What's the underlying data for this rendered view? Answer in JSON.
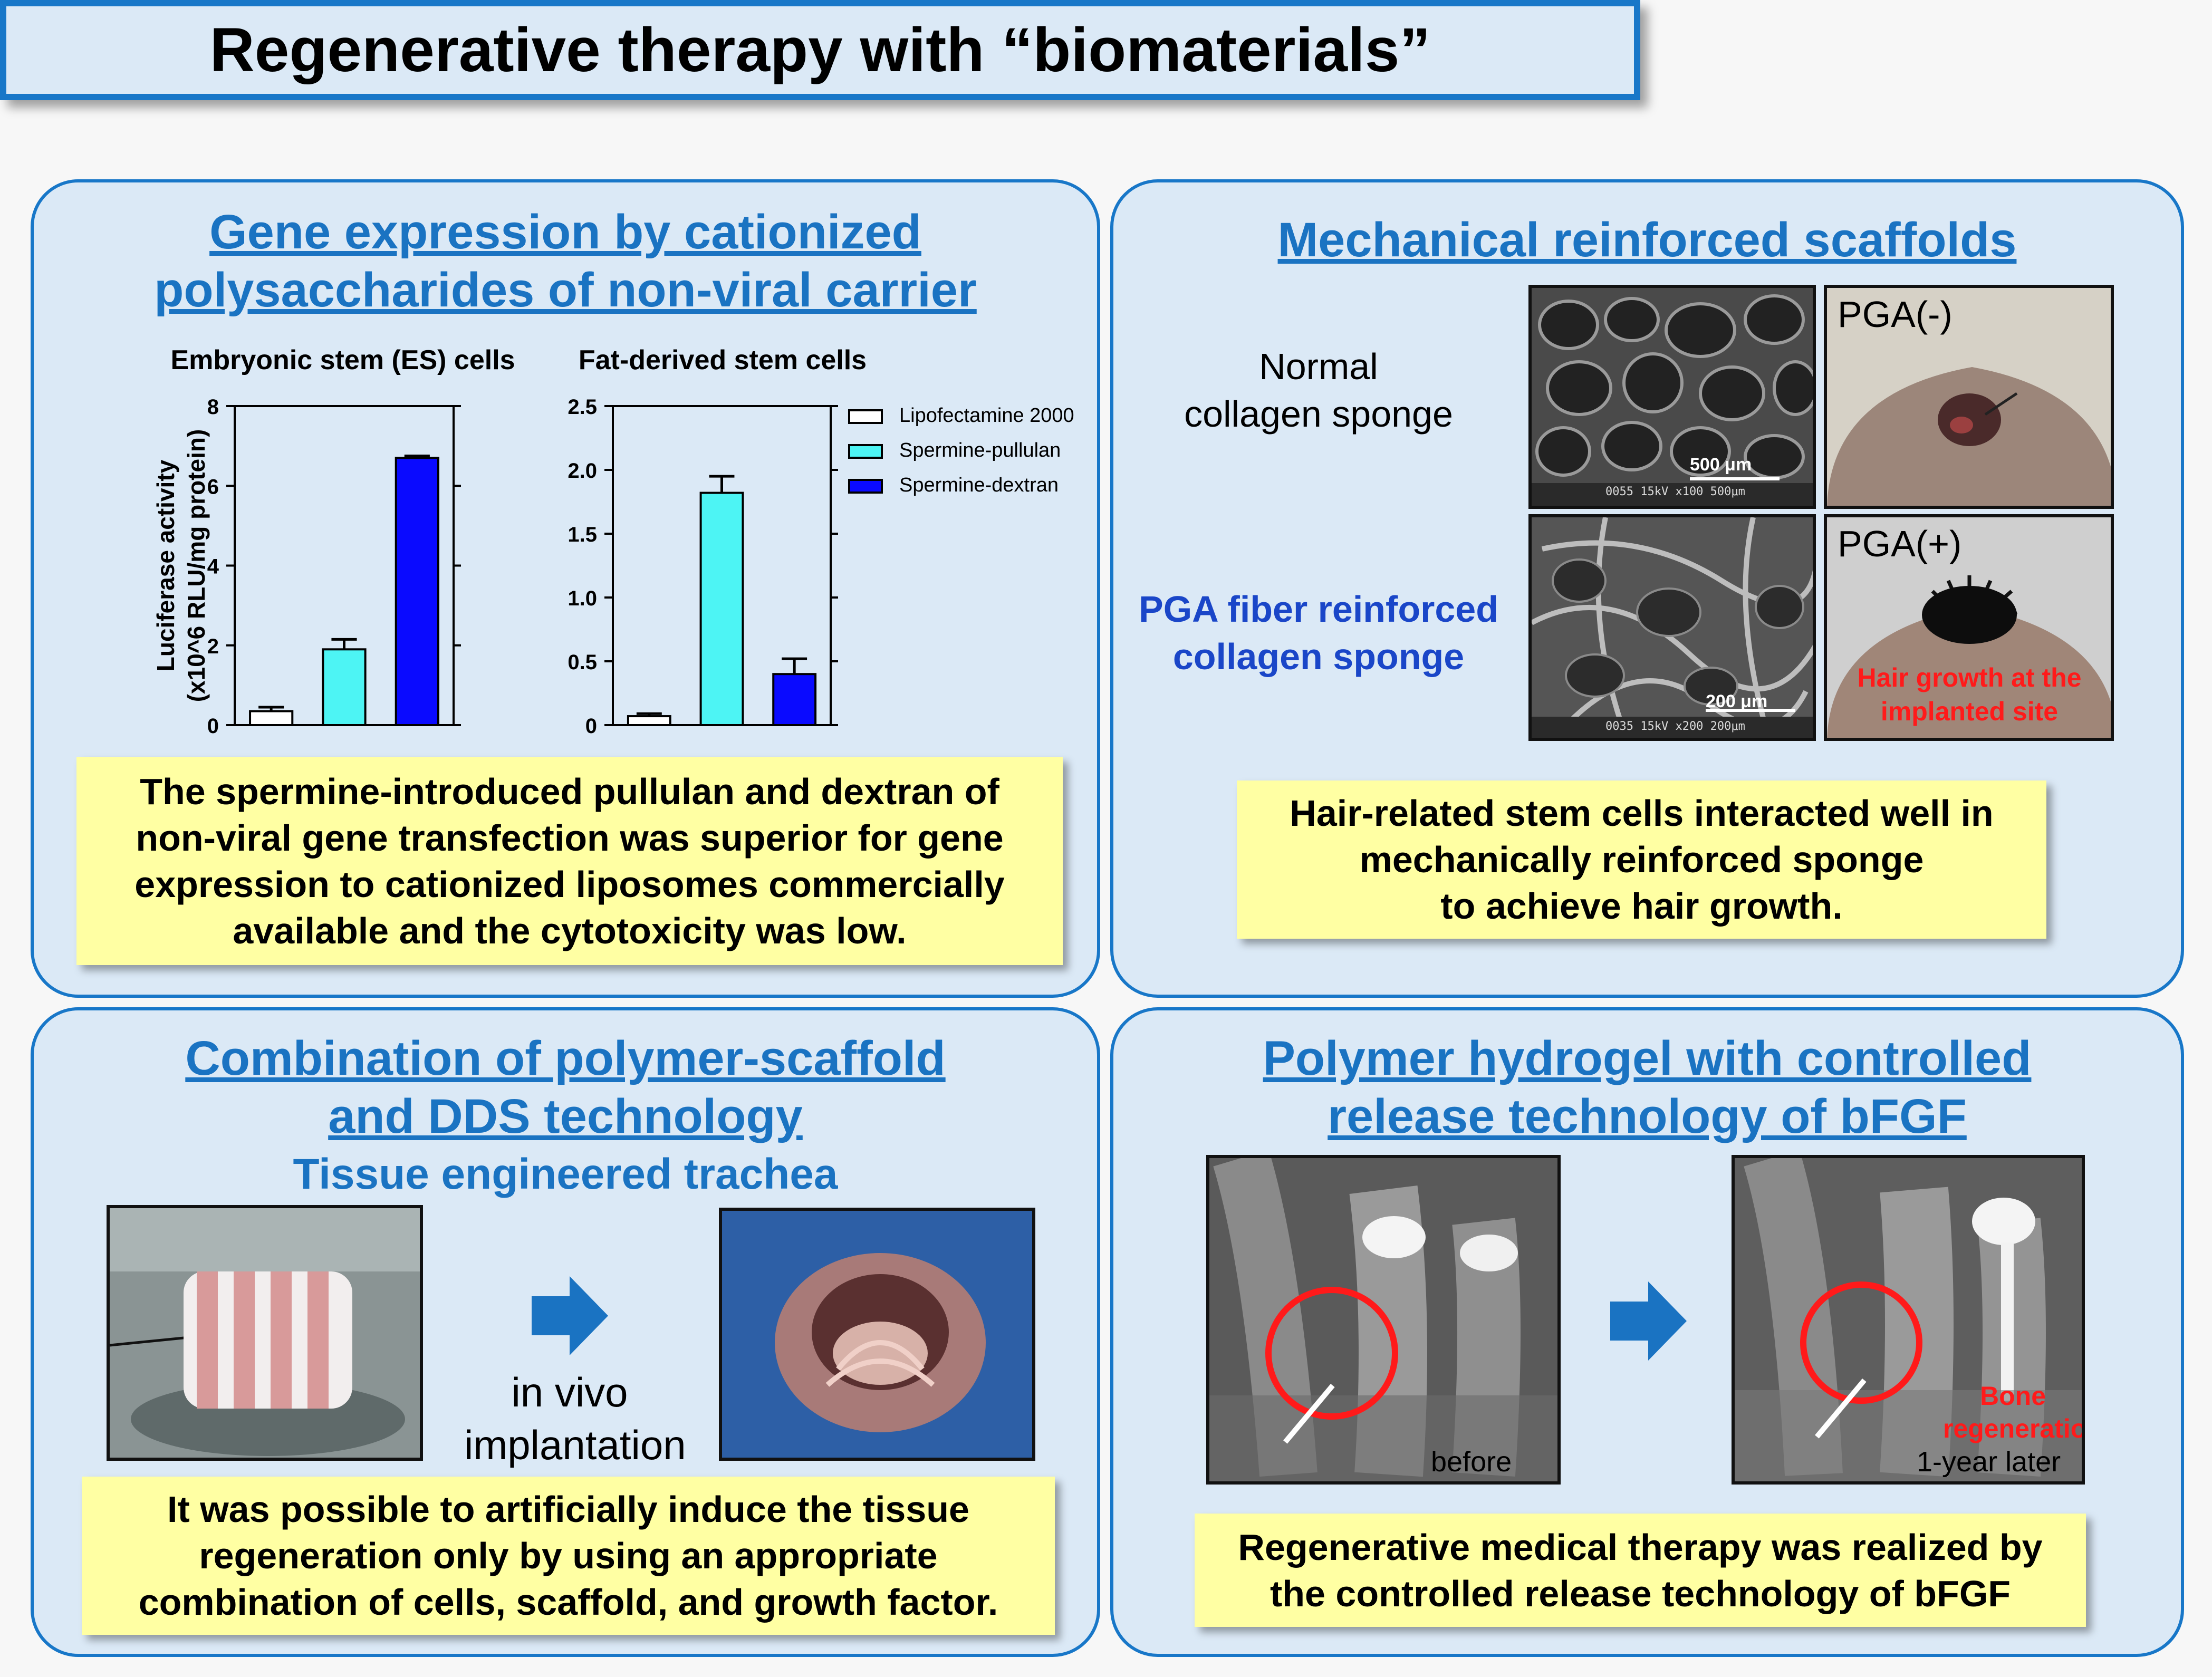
{
  "title": "Regenerative therapy with “biomaterials”",
  "panels": {
    "gene": {
      "title_line1": "Gene expression by cationized",
      "title_line2": "polysaccharides of non-viral carrier",
      "note_lines": [
        "The spermine-introduced pullulan and dextran of",
        "non-viral gene transfection was superior for gene",
        "expression to cationized liposomes commercially",
        "available and the cytotoxicity was low."
      ]
    },
    "scaffold": {
      "title": "Mechanical reinforced scaffolds",
      "normal_label_line1": "Normal",
      "normal_label_line2": "collagen sponge",
      "pga_label_line1": "PGA fiber reinforced",
      "pga_label_line2": "collagen sponge",
      "sem1_scale": "500 μm",
      "sem1_info": "0055  15kV  x100  500μm",
      "sem2_scale": "200 μm",
      "sem2_info": "0035  15kV  x200  200μm",
      "pga_minus": "PGA(-)",
      "pga_plus": "PGA(+)",
      "hair_line1": "Hair growth at the",
      "hair_line2": "implanted site",
      "note_lines": [
        "Hair-related stem cells interacted well in",
        "mechanically reinforced sponge",
        "to achieve hair growth."
      ]
    },
    "trachea": {
      "title_line1": "Combination of polymer-scaffold",
      "title_line2": "and DDS technology",
      "subtitle": "Tissue engineered trachea",
      "arrow_label_line1": "in vivo",
      "arrow_label_line2": "implantation",
      "note_lines": [
        "It was possible to artificially induce the tissue",
        "regeneration only by using an appropriate",
        "combination of cells, scaffold, and growth factor."
      ]
    },
    "hydrogel": {
      "title_line1": "Polymer hydrogel with controlled",
      "title_line2": "release technology of bFGF",
      "before_label": "before",
      "after_label": "1-year later",
      "bone_line1": "Bone",
      "bone_line2": "regeneration",
      "note_lines": [
        "Regenerative medical therapy was realized by",
        "the controlled release technology of bFGF"
      ]
    }
  },
  "chart_data": [
    {
      "type": "bar",
      "title": "Embryonic stem (ES) cells",
      "ylabel": "Luciferase activity (x10^6 RLU/mg protein)",
      "ylim": [
        0,
        8
      ],
      "yticks": [
        "0",
        "2",
        "4",
        "6",
        "8"
      ],
      "categories": [
        "Lipofectamine 2000",
        "Spermine-pullulan",
        "Spermine-dextran"
      ],
      "values": [
        0.35,
        1.9,
        6.7
      ],
      "errors": [
        0.1,
        0.25,
        0.05
      ],
      "colors": [
        "#ffffff",
        "#4df4f4",
        "#0a0aff"
      ]
    },
    {
      "type": "bar",
      "title": "Fat-derived stem cells",
      "ylim": [
        0,
        2.5
      ],
      "yticks": [
        "0",
        "0.5",
        "1.0",
        "1.5",
        "2.0",
        "2.5"
      ],
      "categories": [
        "Lipofectamine 2000",
        "Spermine-pullulan",
        "Spermine-dextran"
      ],
      "values": [
        0.07,
        1.82,
        0.4
      ],
      "errors": [
        0.02,
        0.13,
        0.12
      ],
      "colors": [
        "#ffffff",
        "#4df4f4",
        "#0a0aff"
      ]
    }
  ],
  "legend": [
    {
      "label": "Lipofectamine 2000",
      "color": "#ffffff"
    },
    {
      "label": "Spermine-pullulan",
      "color": "#4df4f4"
    },
    {
      "label": "Spermine-dextran",
      "color": "#0a0aff"
    }
  ],
  "colors": {
    "accent": "#1877c8",
    "note": "#ffffa3",
    "panel_bg": "#dbe9f6",
    "red_label": "#ff1a1a"
  }
}
